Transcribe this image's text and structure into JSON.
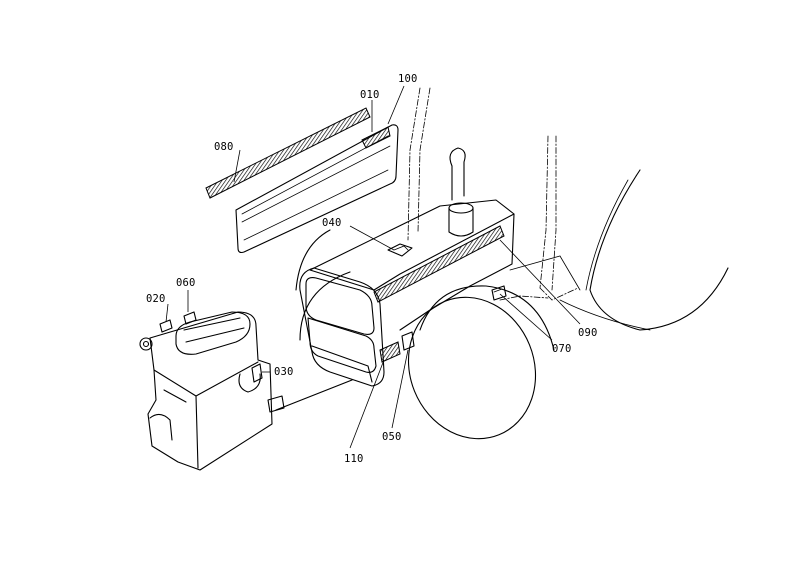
{
  "diagram": {
    "callouts": [
      {
        "id": "c010",
        "label": "010"
      },
      {
        "id": "c020",
        "label": "020"
      },
      {
        "id": "c030",
        "label": "030"
      },
      {
        "id": "c040",
        "label": "040"
      },
      {
        "id": "c050",
        "label": "050"
      },
      {
        "id": "c060",
        "label": "060"
      },
      {
        "id": "c070",
        "label": "070"
      },
      {
        "id": "c080",
        "label": "080"
      },
      {
        "id": "c090",
        "label": "090"
      },
      {
        "id": "c100",
        "label": "100"
      },
      {
        "id": "c110",
        "label": "110"
      }
    ],
    "colors": {
      "line": "#000000",
      "background": "#ffffff"
    }
  }
}
